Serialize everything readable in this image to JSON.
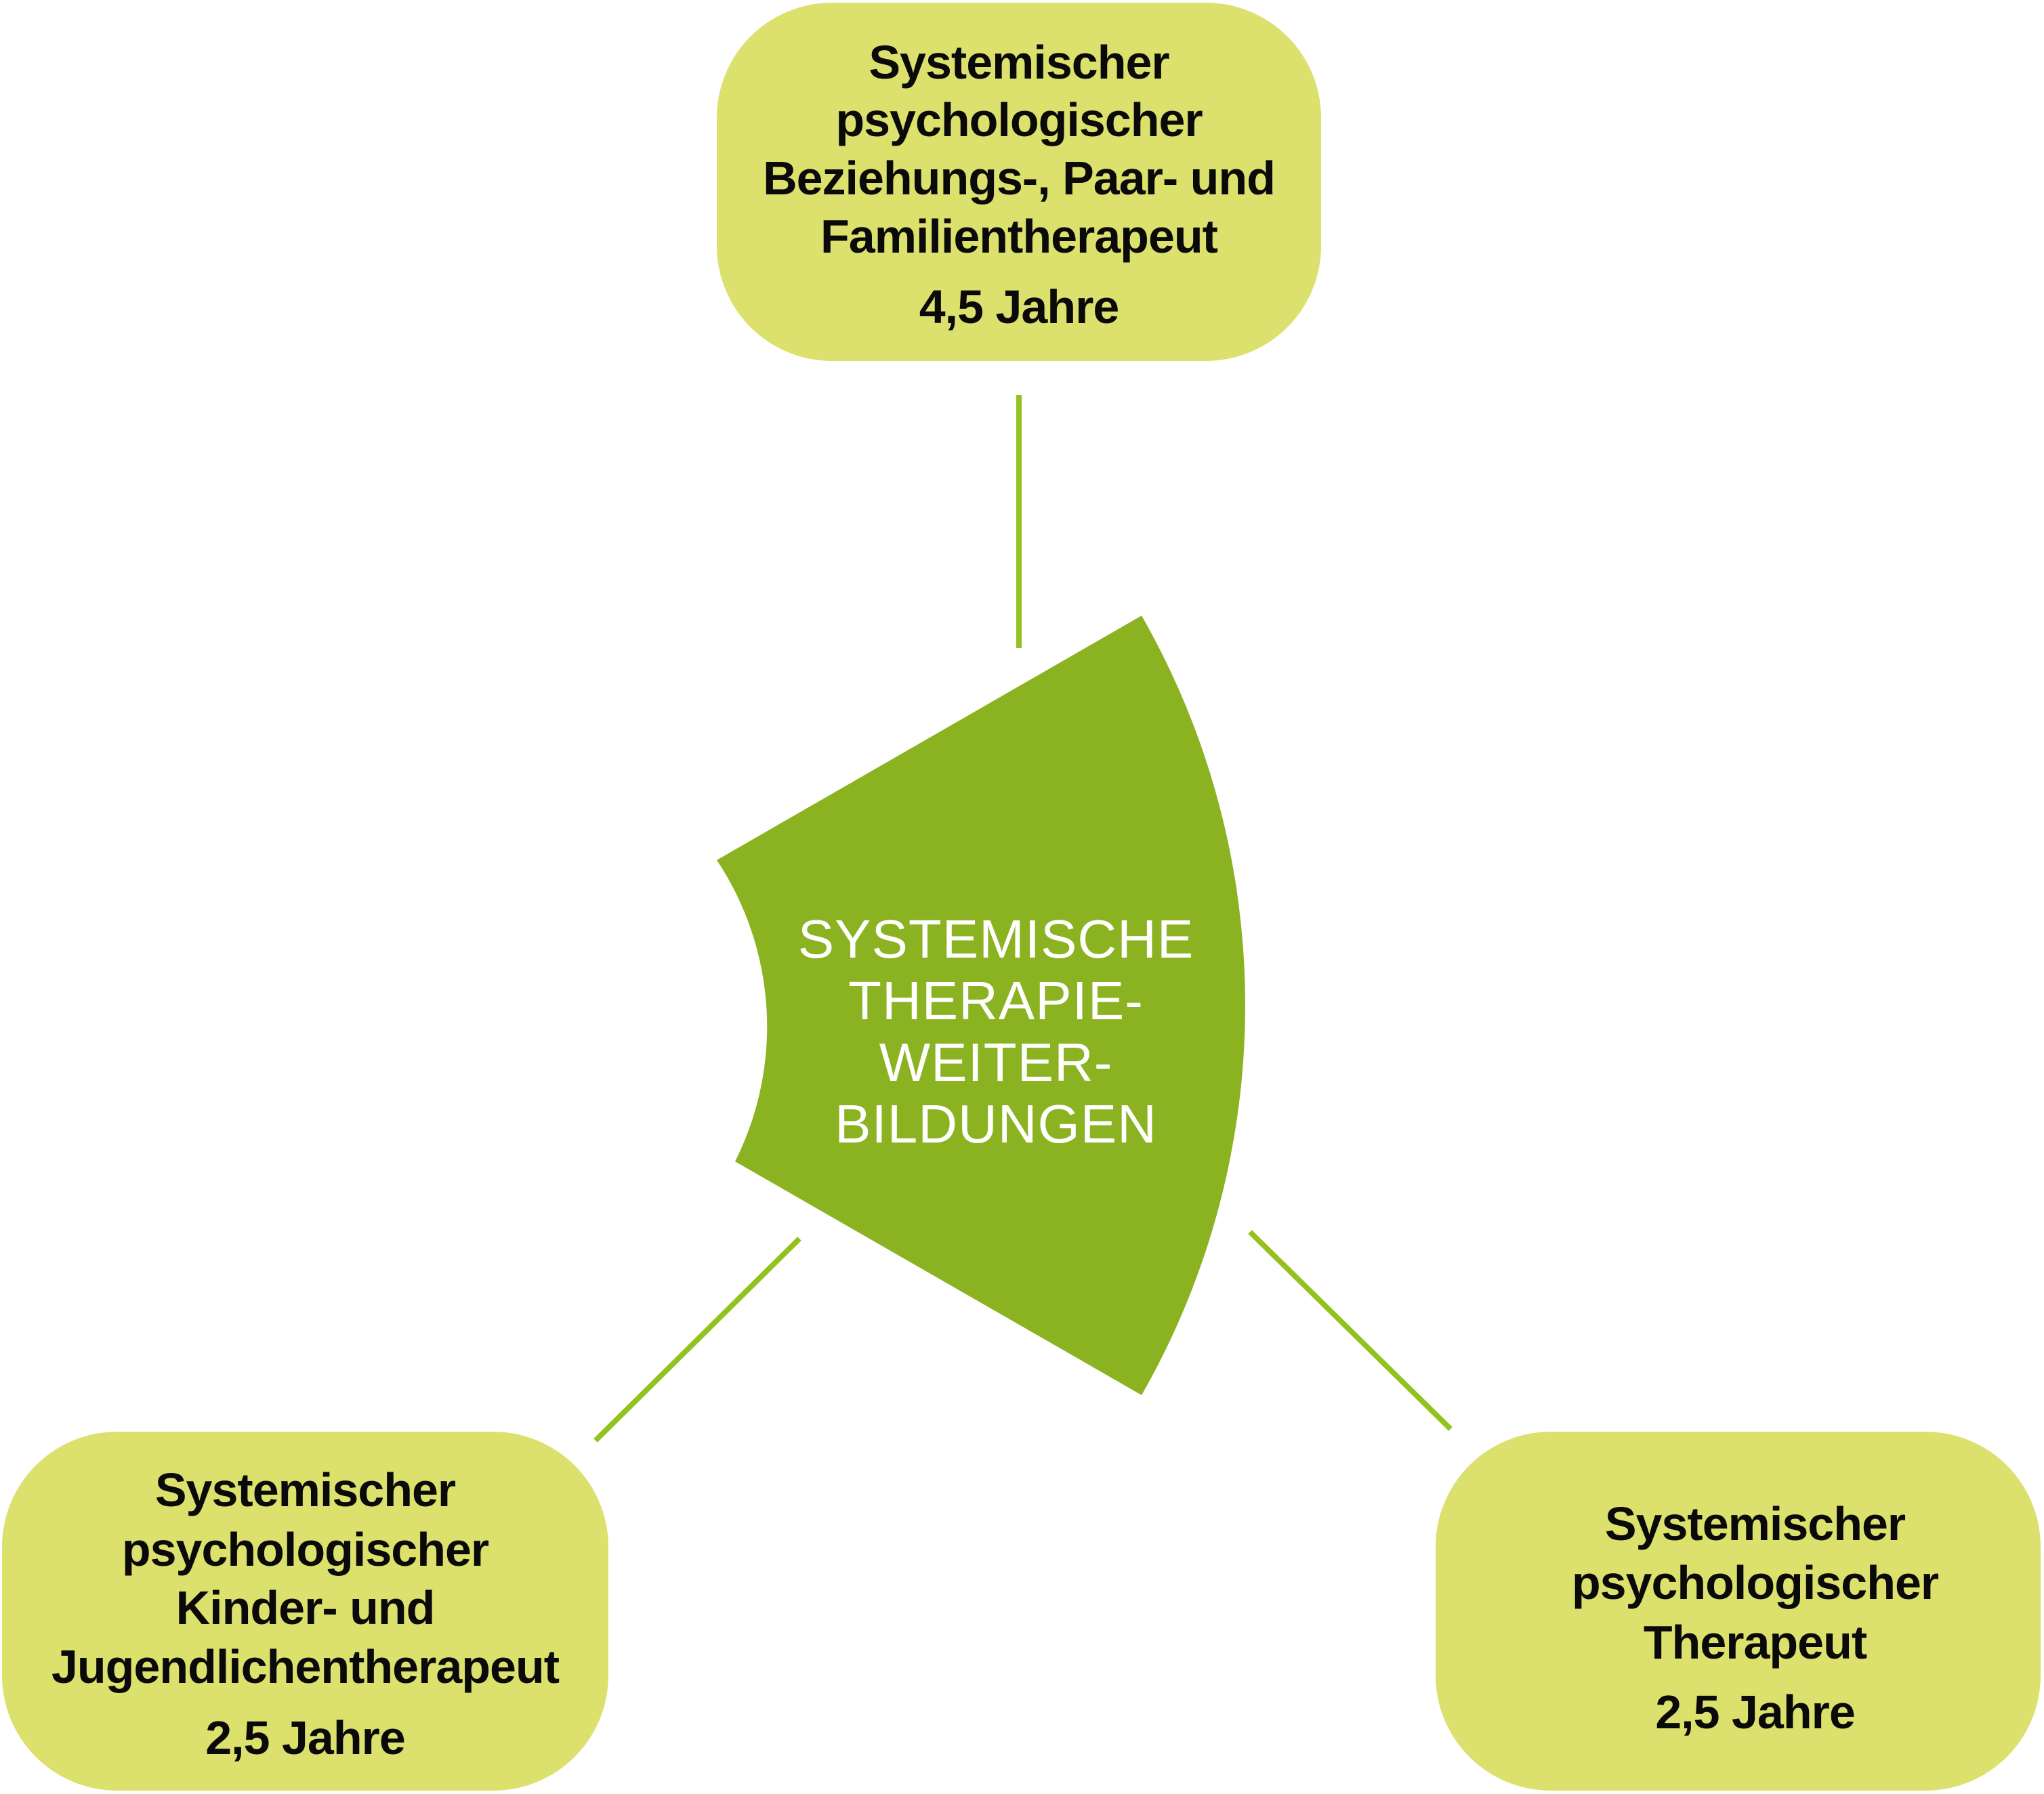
{
  "diagram": {
    "colors": {
      "box_fill": "#DCE06C",
      "center_fill": "#8BB321",
      "connector": "#95C11F",
      "box_text": "#0a0a0a",
      "center_text": "#ffffff",
      "background": "#ffffff"
    },
    "center": {
      "lines": [
        "SYSTEMISCHE",
        "THERAPIE-",
        "WEITER-",
        "BILDUNGEN"
      ]
    },
    "nodes": [
      {
        "id": "top",
        "title_lines": [
          "Systemischer",
          "psychologischer",
          "Beziehungs-, Paar- und",
          "Familientherapeut"
        ],
        "duration": "4,5 Jahre"
      },
      {
        "id": "bottom-left",
        "title_lines": [
          "Systemischer",
          "psychologischer",
          "Kinder- und",
          "Jugendlichentherapeut"
        ],
        "duration": "2,5 Jahre"
      },
      {
        "id": "bottom-right",
        "title_lines": [
          "Systemischer",
          "psychologischer",
          "Therapeut"
        ],
        "duration": "2,5 Jahre"
      }
    ]
  }
}
